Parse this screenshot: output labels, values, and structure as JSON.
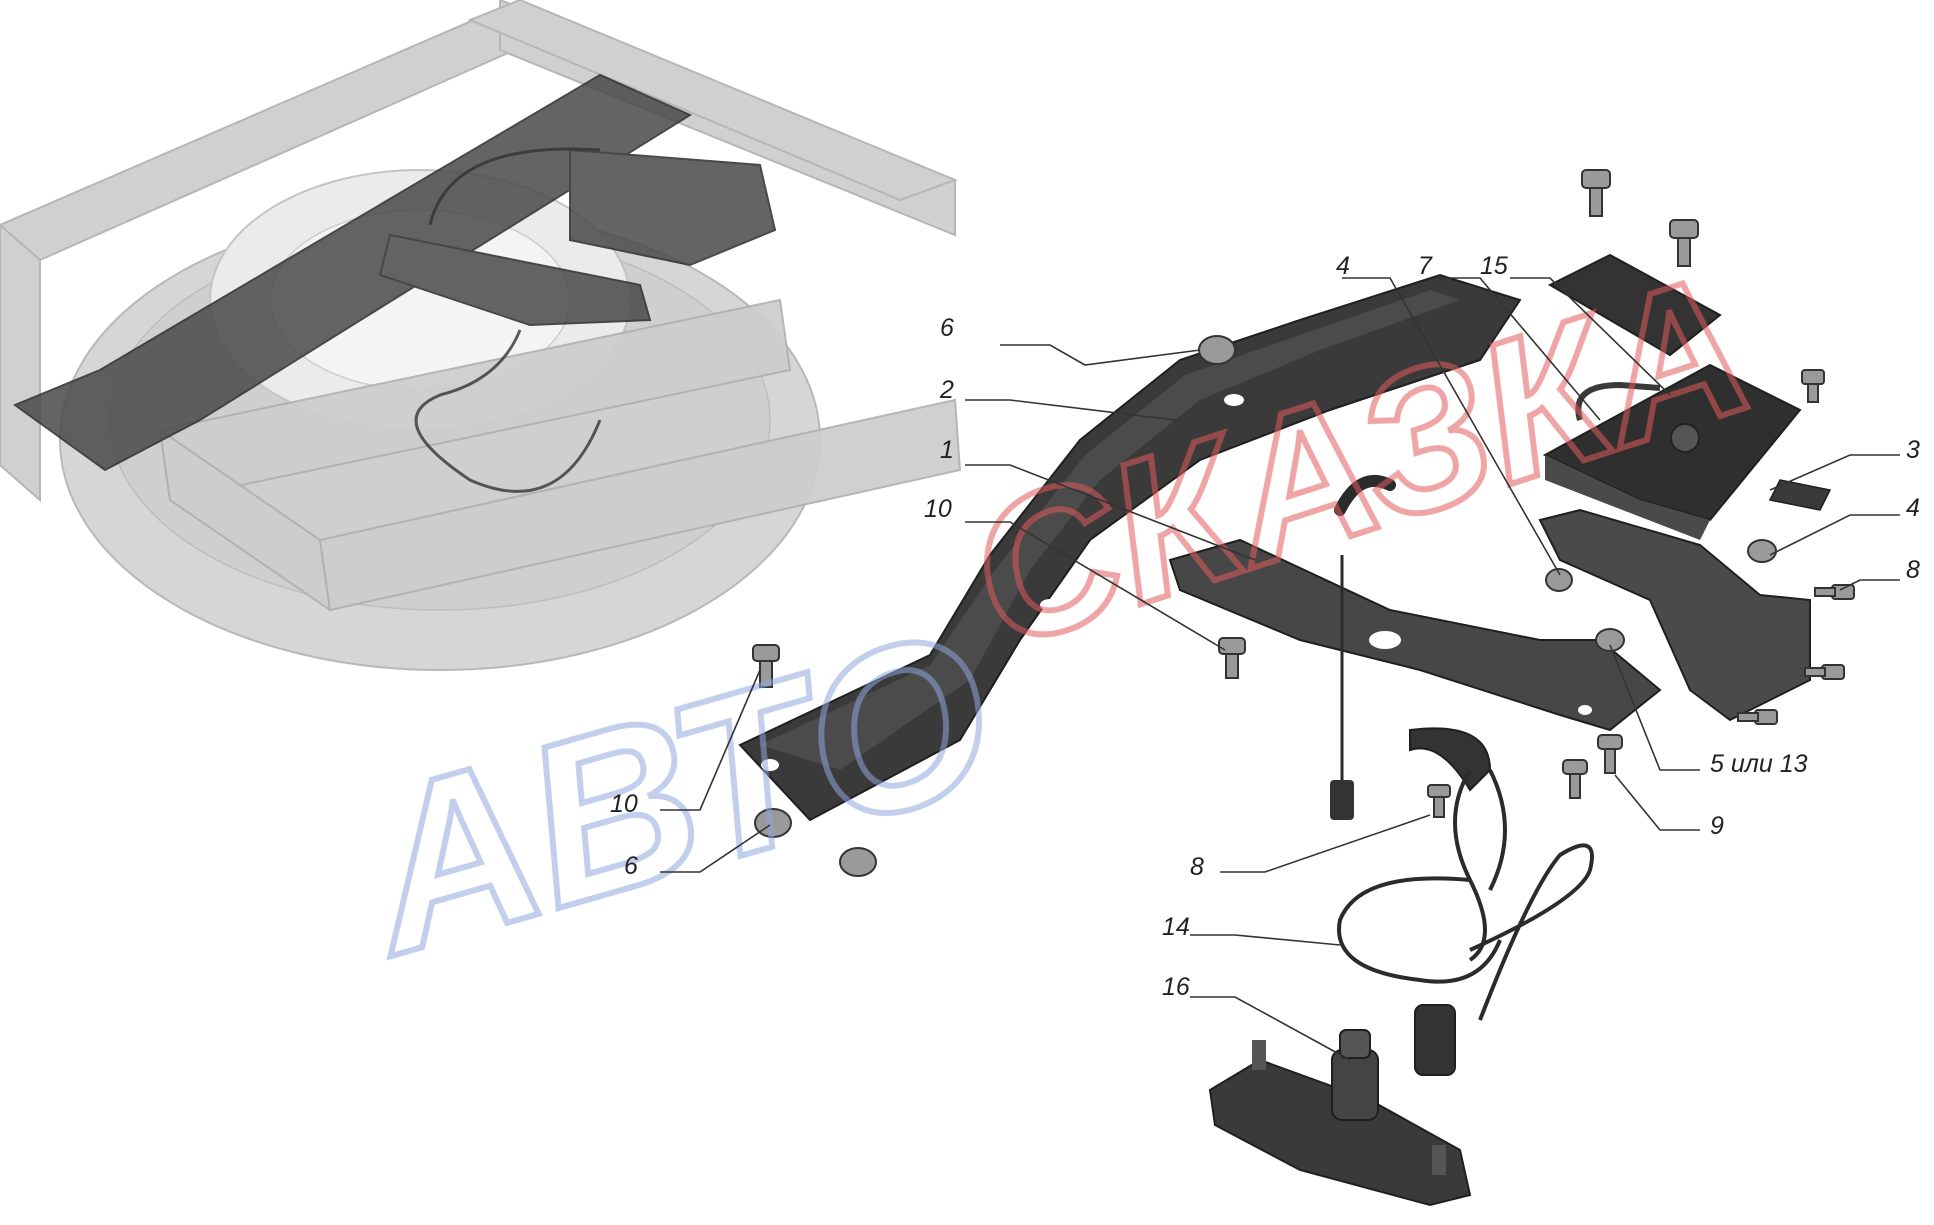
{
  "callouts": [
    {
      "id": "c1",
      "text": "1"
    },
    {
      "id": "c2",
      "text": "2"
    },
    {
      "id": "c3",
      "text": "3"
    },
    {
      "id": "c4a",
      "text": "4"
    },
    {
      "id": "c4b",
      "text": "4"
    },
    {
      "id": "c5",
      "text": "5 или 13"
    },
    {
      "id": "c6a",
      "text": "6"
    },
    {
      "id": "c6b",
      "text": "6"
    },
    {
      "id": "c7",
      "text": "7"
    },
    {
      "id": "c8a",
      "text": "8"
    },
    {
      "id": "c8b",
      "text": "8"
    },
    {
      "id": "c9",
      "text": "9"
    },
    {
      "id": "c10a",
      "text": "10"
    },
    {
      "id": "c10b",
      "text": "10"
    },
    {
      "id": "c14",
      "text": "14"
    },
    {
      "id": "c15",
      "text": "15"
    },
    {
      "id": "c16",
      "text": "16"
    }
  ],
  "watermark": {
    "word1": "АВТО",
    "word2": "СКАЗКА",
    "color_blue": "#8fa6dd",
    "color_red": "#e25b5b"
  },
  "colors": {
    "part_dark": "#2f2f2f",
    "part_mid": "#555555",
    "frame_ghost": "#c9c9c9",
    "tire_ghost": "#d3d3d3",
    "leader": "#333333"
  }
}
